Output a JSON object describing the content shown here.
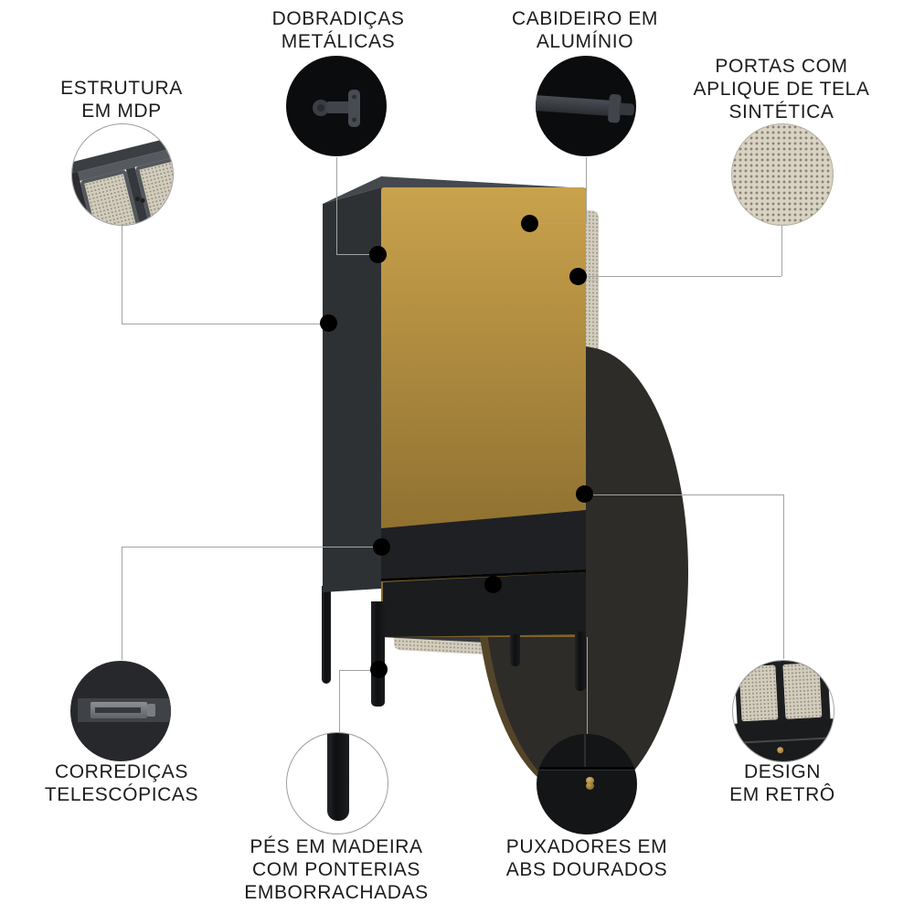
{
  "infographic": {
    "subject": "wardrobe product feature diagram",
    "background": "#ffffff"
  },
  "callouts": [
    {
      "id": "estrutura",
      "lines": [
        "ESTRUTURA",
        "EM MDP"
      ]
    },
    {
      "id": "dobradicas",
      "lines": [
        "DOBRADIÇAS",
        "METÁLICAS"
      ]
    },
    {
      "id": "cabideiro",
      "lines": [
        "CABIDEIRO EM",
        "ALUMÍNIO"
      ]
    },
    {
      "id": "portas",
      "lines": [
        "PORTAS COM",
        "APLIQUE DE TELA",
        "SINTÉTICA"
      ]
    },
    {
      "id": "corredicas",
      "lines": [
        "CORREDIÇAS",
        "TELESCÓPICAS"
      ]
    },
    {
      "id": "pes",
      "lines": [
        "PÉS EM MADEIRA",
        "COM PONTERIAS",
        "EMBORRACHADAS"
      ]
    },
    {
      "id": "puxadores",
      "lines": [
        "PUXADORES EM",
        "ABS DOURADOS"
      ]
    },
    {
      "id": "design",
      "lines": [
        "DESIGN",
        "EM RETRÔ"
      ]
    }
  ],
  "colors": {
    "connector_line": "#a2a2a2",
    "callout_dot": "#000000",
    "cabinet_dark": "#1a1c1e",
    "cabinet_side": "#2e3134",
    "door_frame_gray": "#54585d",
    "mesh_beige": "#d3cdbe",
    "gold_hardware": "#b08c3e",
    "label_text": "#1c1c1c"
  }
}
